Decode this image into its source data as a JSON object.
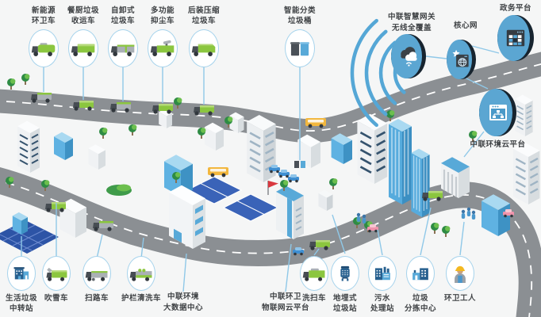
{
  "colors": {
    "accent_blue": "#5ba6d2",
    "dark_navy": "#17242f",
    "line_blue": "#8fc8e8",
    "truck_green": "#8bc63f",
    "road_gray": "#8b8f93",
    "label_text": "#3f4245",
    "facility_blue": "#27608f",
    "helmet_yellow": "#f3b821"
  },
  "top_nodes": [
    {
      "id": "new-energy-truck",
      "label": "新能源\n环卫车"
    },
    {
      "id": "kitchen-waste-truck",
      "label": "餐厨垃圾\n收运车"
    },
    {
      "id": "dump-garbage-truck",
      "label": "自卸式\n垃圾车"
    },
    {
      "id": "dust-suppression-truck",
      "label": "多功能\n抑尘车"
    },
    {
      "id": "rear-compactor-truck",
      "label": "后装压缩\n垃圾车"
    },
    {
      "id": "smart-sorting-bins",
      "label": "智能分类\n垃圾桶"
    }
  ],
  "network_nodes": {
    "gateway": {
      "label": "中联智慧网关\n无线全覆盖"
    },
    "core": {
      "label": "核心网"
    },
    "gov": {
      "label": "政务平台"
    },
    "cloud_platform": {
      "label": "中联环境云平台"
    }
  },
  "bottom_nodes": [
    {
      "id": "waste-transfer-station",
      "label": "生活垃圾\n中转站"
    },
    {
      "id": "snow-blower-truck",
      "label": "吹雪车"
    },
    {
      "id": "road-sweeper-truck",
      "label": "扫路车"
    },
    {
      "id": "guardrail-washing-truck",
      "label": "护栏清洗车"
    },
    {
      "id": "big-data-center",
      "label": "中联环境\n大数据中心"
    },
    {
      "id": "iot-cloud-platform",
      "label": "中联环卫\n物联网云平台"
    },
    {
      "id": "wash-sweep-truck",
      "label": "洗扫车"
    },
    {
      "id": "underground-garbage-station",
      "label": "地埋式\n垃圾站"
    },
    {
      "id": "sewage-treatment-station",
      "label": "污水\n处理站"
    },
    {
      "id": "garbage-sorting-center",
      "label": "垃圾\n分拣中心"
    },
    {
      "id": "sanitation-worker",
      "label": "环卫工人"
    }
  ]
}
